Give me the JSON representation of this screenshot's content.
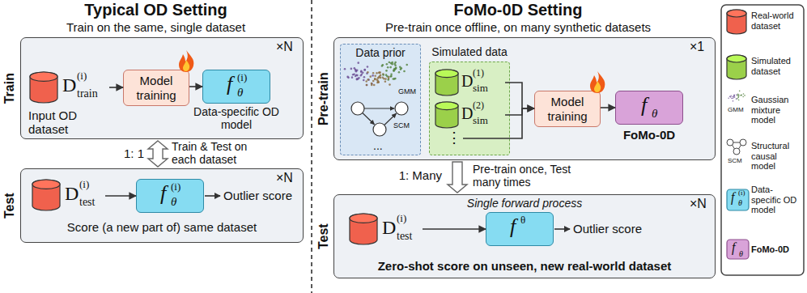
{
  "diagram": {
    "nodes": [
      {
        "text": [
          "Train",
          "×N"
        ]
      },
      {
        "text": [
          "D",
          "(i)",
          "train",
          "Input OD dataset"
        ],
        "in": 0
      },
      {
        "text": [
          "Model training"
        ],
        "in": 0
      },
      {
        "text": [
          "f",
          "(i)",
          "θ",
          "Data-specific OD model"
        ],
        "in": 0
      },
      {
        "text": [
          "Test",
          "×N",
          "Score (a new part of) same dataset"
        ]
      },
      {
        "text": [
          "D",
          "(i)",
          "test"
        ],
        "in": 4
      },
      {
        "text": [
          "f",
          "(i)",
          "θ"
        ],
        "in": 4
      },
      {
        "text": [
          "Pre-train",
          "×1"
        ]
      },
      {
        "text": [
          "Data prior"
        ],
        "in": 7
      },
      {
        "text": [
          "Simulated data"
        ],
        "in": 7
      },
      {
        "text": [
          "D",
          "(1)",
          "sim"
        ],
        "in": 9
      },
      {
        "text": [
          "D",
          "(2)",
          "sim"
        ],
        "in": 9
      },
      {
        "text": [
          "Model training"
        ],
        "in": 7
      },
      {
        "text": [
          "f",
          "θ",
          "FoMo-0D"
        ],
        "in": 7
      },
      {
        "text": [
          "Test",
          "×N",
          "Single forward process",
          "Zero-shot score on unseen, new real-world dataset"
        ]
      },
      {
        "text": [
          "D",
          "(i)",
          "test"
        ],
        "in": 14
      },
      {
        "text": [
          "f",
          "θ"
        ],
        "in": 14
      }
    ],
    "edges": [
      {
        "from": 1,
        "to": 2,
        "arrow": "to"
      },
      {
        "from": 2,
        "to": 3,
        "arrow": "to"
      },
      {
        "from": 0,
        "to": 4,
        "arrow": "both"
      },
      {
        "from": 5,
        "to": 6,
        "arrow": "to"
      },
      {
        "from": 7,
        "to": 14,
        "arrow": "to"
      },
      {
        "from": 10,
        "to": 12,
        "arrow": "to"
      },
      {
        "from": 11,
        "to": 12,
        "arrow": "to"
      },
      {
        "from": 12,
        "to": 13,
        "arrow": "to"
      },
      {
        "from": 15,
        "to": 16,
        "arrow": "to"
      }
    ],
    "labels": [
      "Typical OD Setting",
      "Train on the same, single dataset",
      "1: 1",
      "Train & Test on each dataset",
      "Outlier score",
      "FoMo-0D Setting",
      "Pre-train once offline, on many synthetic datasets",
      "GMM",
      "SCM",
      "...",
      "⋮",
      "1: Many",
      "Pre-train once, Test many times",
      "Outlier score",
      "GMM",
      "SCM",
      "f",
      "(i)",
      "θ",
      "f",
      "θ"
    ],
    "legend": [
      {
        "text": "Real-world dataset",
        "color": "#f0614d"
      },
      {
        "text": "Simulated dataset",
        "color": "#9bd04a"
      },
      {
        "text": "Gaussian mixture model"
      },
      {
        "text": "Structural causal model"
      },
      {
        "text": "Data-specific OD model",
        "color": "#86dcf2"
      },
      {
        "text": "FoMo-0D",
        "color": "#d9a3d9"
      }
    ]
  }
}
